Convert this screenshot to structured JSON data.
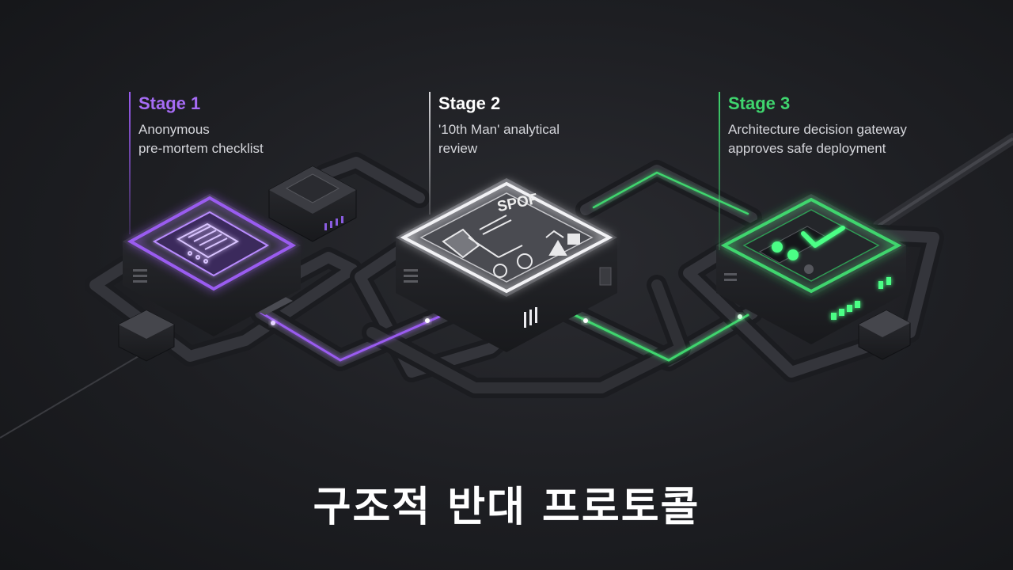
{
  "stages": [
    {
      "title": "Stage 1",
      "description_line1": "Anonymous",
      "description_line2": "pre-mortem checklist",
      "color": "#a66cf5"
    },
    {
      "title": "Stage 2",
      "description_line1": "'10th Man' analytical",
      "description_line2": "review",
      "color": "#ffffff"
    },
    {
      "title": "Stage 3",
      "description_line1": "Architecture decision gateway",
      "description_line2": "approves safe deployment",
      "color": "#3fd56e"
    }
  ],
  "node2_text": "SPOF",
  "main_title": "구조적 반대 프로토콜",
  "colors": {
    "purple": "#9a5cf0",
    "white": "#e8e8ec",
    "green": "#3fd56e",
    "background": "#1d1e22"
  },
  "icons": [
    "checklist-icon",
    "network-diagram-icon",
    "checkmark-icon"
  ]
}
